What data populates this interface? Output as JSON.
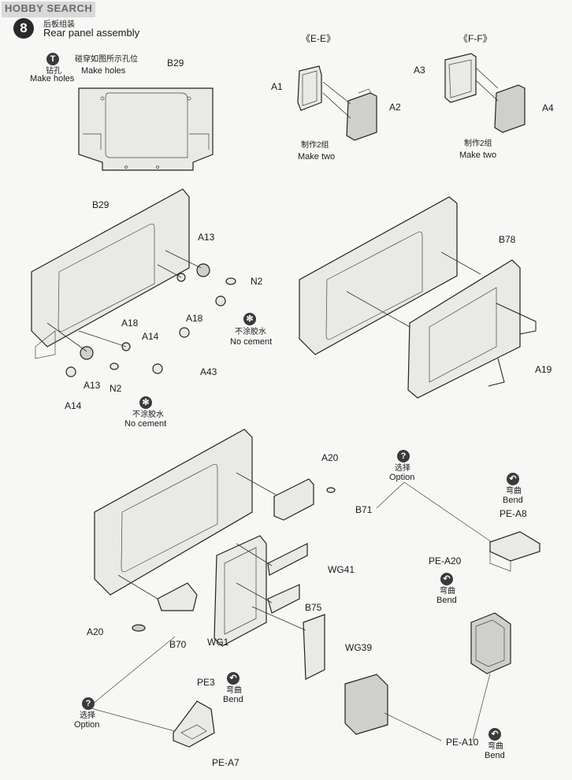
{
  "logo": {
    "text": "HOBBY SEARCH"
  },
  "step": {
    "number": "8",
    "title_zh": "后板组装",
    "title_en": "Rear panel assembly"
  },
  "holes_note": {
    "icon_glyph": "T",
    "drill_zh": "钻孔",
    "drill_en": "Make holes",
    "hole_zh": "碰穿如图所示孔位",
    "hole_en": "Make holes"
  },
  "views": {
    "ee": {
      "title": "《E-E》",
      "label_a1": "A1",
      "label_a2": "A2",
      "make_zh": "制作2组",
      "make_en": "Make two"
    },
    "ff": {
      "title": "《F-F》",
      "label_a3": "A3",
      "label_a4": "A4",
      "make_zh": "制作2组",
      "make_en": "Make two"
    }
  },
  "parts": {
    "b29_top": "B29",
    "b29_mid": "B29",
    "a13_upper": "A13",
    "n2_upper": "N2",
    "a18_right": "A18",
    "a18_left": "A18",
    "a14_mid": "A14",
    "a43": "A43",
    "a13_lower": "A13",
    "n2_lower": "N2",
    "a14_lower": "A14",
    "b78": "B78",
    "a19": "A19",
    "a20_top": "A20",
    "b71": "B71",
    "wg41": "WG41",
    "b75": "B75",
    "a20_left": "A20",
    "wg1": "WG1",
    "b70": "B70",
    "wg39": "WG39",
    "pe3": "PE3",
    "pe_a7": "PE-A7",
    "pe_a8": "PE-A8",
    "pe_a20": "PE-A20",
    "pe_a10": "PE-A10"
  },
  "notes": {
    "no_cement_zh": "不涂胶水",
    "no_cement_en": "No cement",
    "option_zh": "选择",
    "option_en": "Option",
    "bend_zh": "弯曲",
    "bend_en": "Bend",
    "option_glyph": "?",
    "bend_glyph": "↶"
  }
}
